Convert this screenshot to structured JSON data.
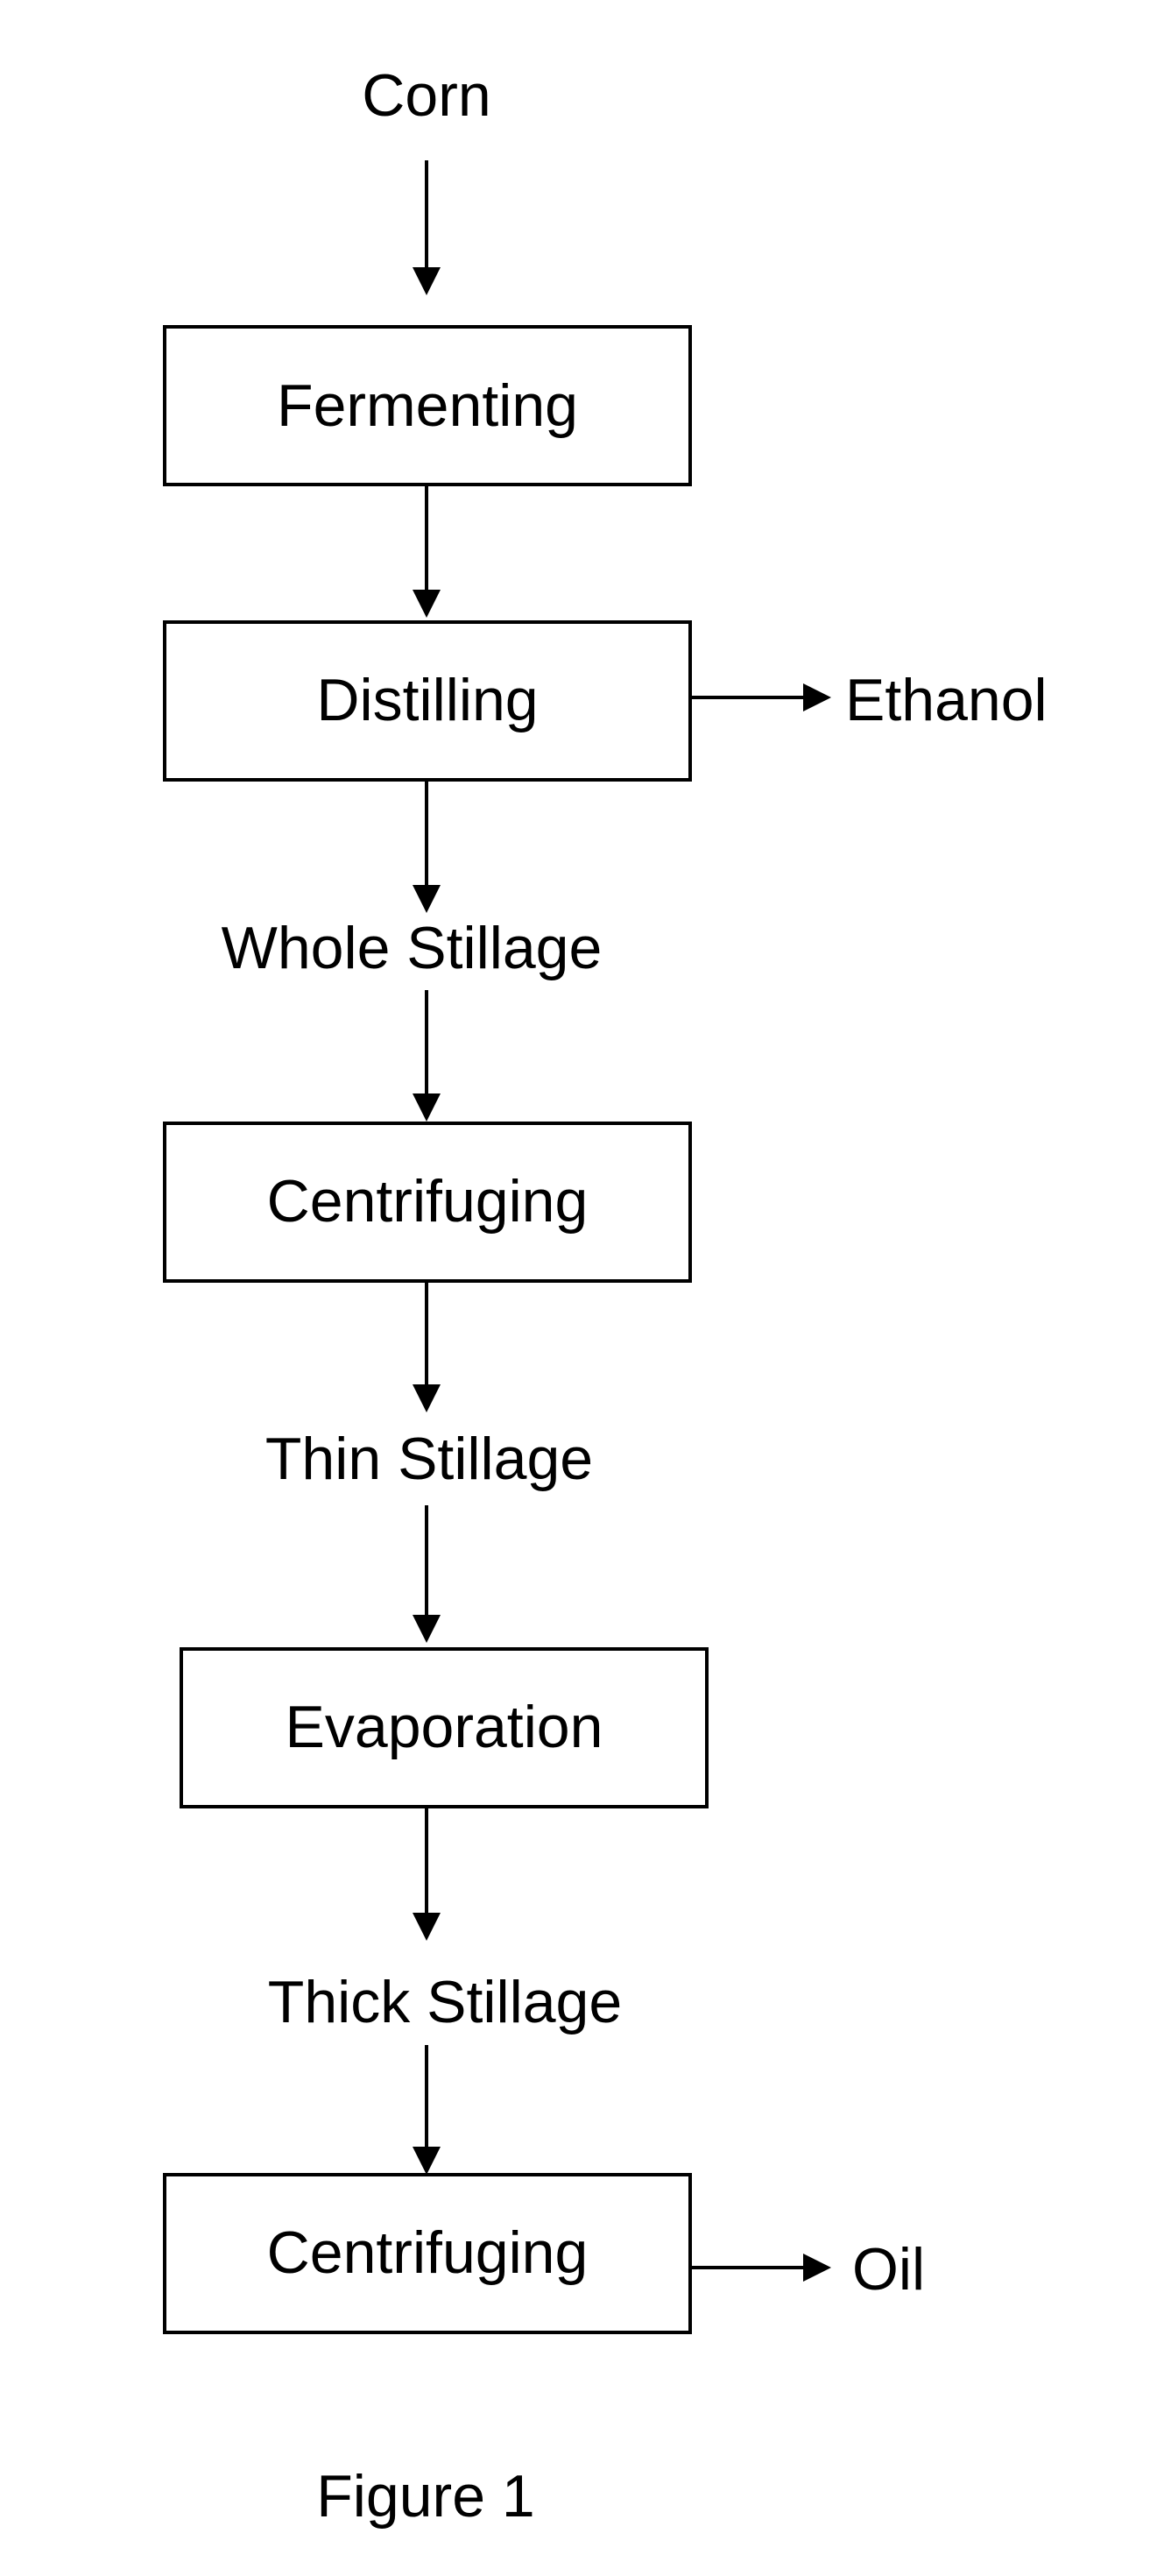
{
  "input_label": "Corn",
  "steps": [
    "Fermenting",
    "Distilling",
    "Centrifuging",
    "Evaporation",
    "Centrifuging"
  ],
  "intermediates": [
    "Whole Stillage",
    "Thin Stillage",
    "Thick Stillage"
  ],
  "outputs": {
    "distilling": "Ethanol",
    "final_centrifuging": "Oil"
  },
  "caption": "Figure 1"
}
